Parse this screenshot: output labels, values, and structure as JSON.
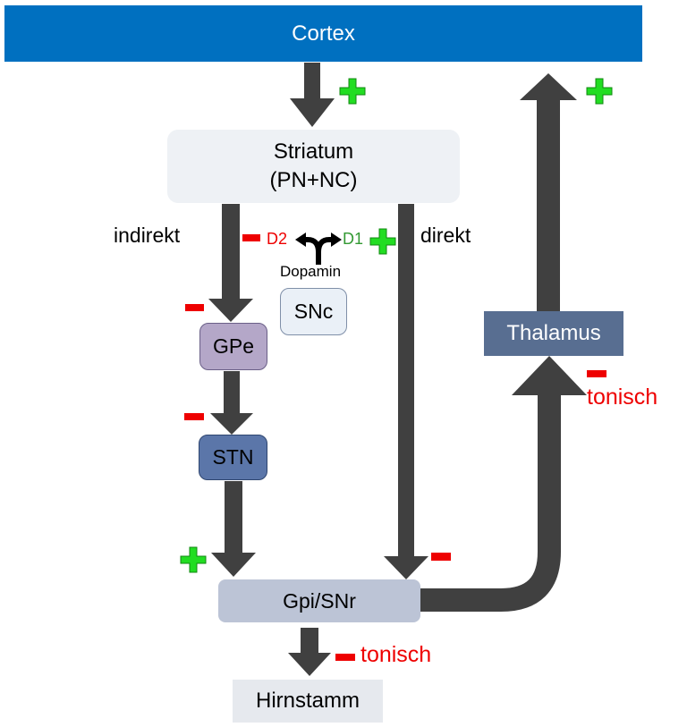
{
  "nodes": {
    "cortex": "Cortex",
    "striatum_line1": "Striatum",
    "striatum_line2": "(PN+NC)",
    "snc": "SNc",
    "gpe": "GPe",
    "stn": "STN",
    "gpi": "Gpi/SNr",
    "thalamus": "Thalamus",
    "hirnstamm": "Hirnstamm"
  },
  "labels": {
    "indirekt": "indirekt",
    "direkt": "direkt",
    "d2": "D2",
    "d1": "D1",
    "dopamin": "Dopamin",
    "tonisch_thalamus": "tonisch",
    "tonisch_hirnstamm": "tonisch"
  },
  "colors": {
    "cortex_bg": "#0070C0",
    "striatum_bg": "#EEF1F5",
    "snc_bg": "#EAF0F7",
    "gpe_bg": "#B4A7C8",
    "stn_bg": "#5B76A9",
    "gpi_bg": "#BCC4D6",
    "thalamus_bg": "#586E91",
    "hirnstamm_bg": "#E6E9EE",
    "arrow": "#404040",
    "excitatory": "#22DD22",
    "inhibitory": "#EE0000",
    "d1_text": "#339933"
  }
}
